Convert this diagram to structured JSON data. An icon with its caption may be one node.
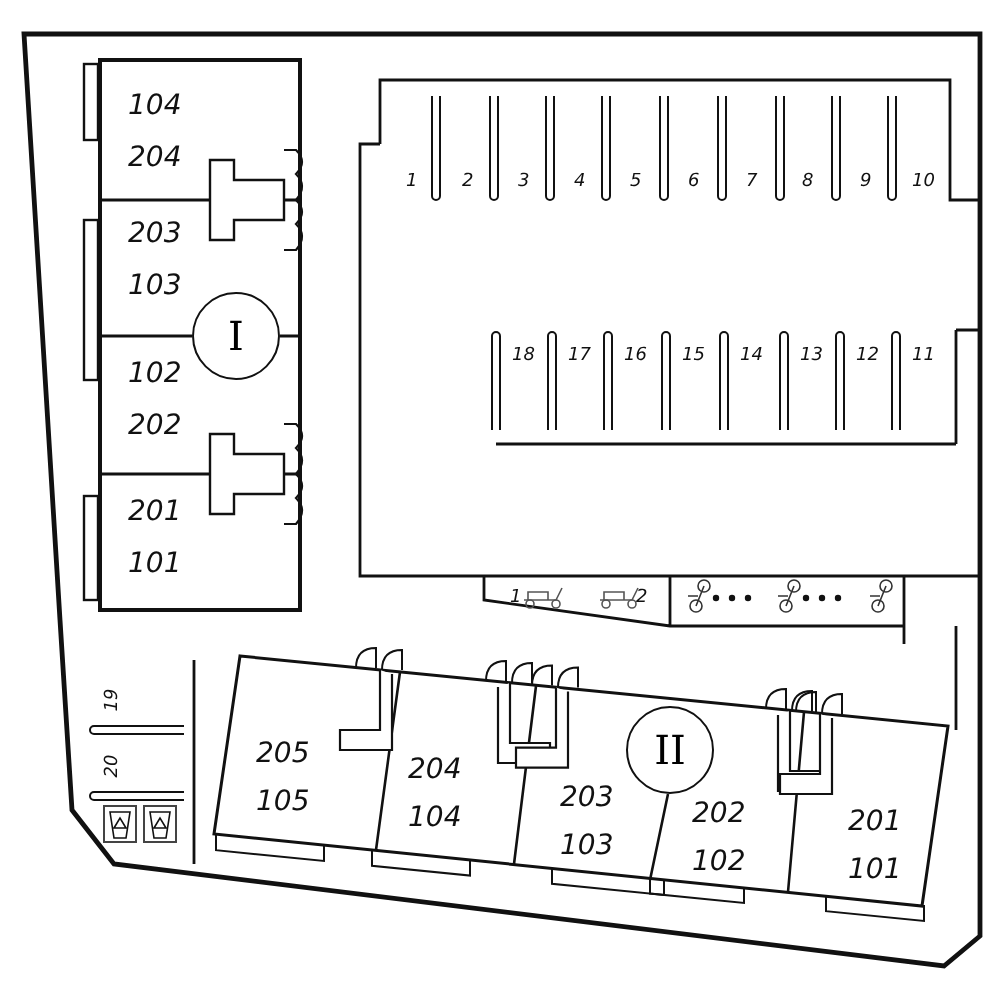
{
  "diagram": {
    "nodes": [
      {
        "text": [
          "I"
        ]
      },
      {
        "text": [
          "104",
          "204"
        ]
      },
      {
        "text": [
          "203",
          "103"
        ]
      },
      {
        "text": [
          "102",
          "202"
        ]
      },
      {
        "text": [
          "201",
          "101"
        ]
      },
      {
        "text": [
          "II"
        ]
      },
      {
        "text": [
          "205",
          "105"
        ]
      },
      {
        "text": [
          "204",
          "104"
        ]
      },
      {
        "text": [
          "203",
          "103"
        ]
      },
      {
        "text": [
          "202",
          "102"
        ]
      },
      {
        "text": [
          "201",
          "101"
        ]
      }
    ],
    "labels": [
      "1",
      "2",
      "3",
      "4",
      "5",
      "6",
      "7",
      "8",
      "9",
      "10",
      "18",
      "17",
      "16",
      "15",
      "14",
      "13",
      "12",
      "11",
      "1",
      "2",
      "19",
      "20"
    ]
  }
}
